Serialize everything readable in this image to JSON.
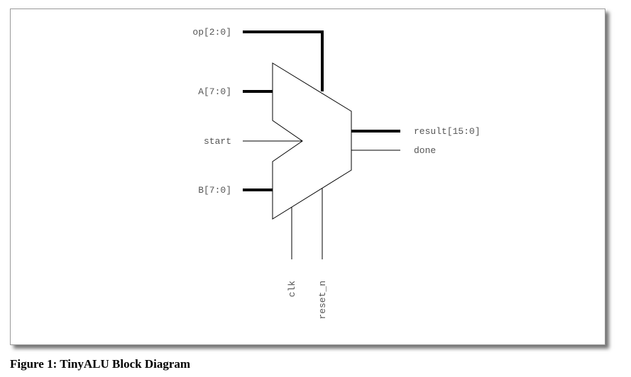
{
  "signals": {
    "op": "op[2:0]",
    "a": "A[7:0]",
    "start": "start",
    "b": "B[7:0]",
    "result": "result[15:0]",
    "done": "done",
    "clk": "clk",
    "reset_n": "reset_n"
  },
  "caption": "Figure 1: TinyALU Block Diagram",
  "colors": {
    "line": "#000000",
    "label": "#555555",
    "frame_border": "#9a9a9a"
  }
}
